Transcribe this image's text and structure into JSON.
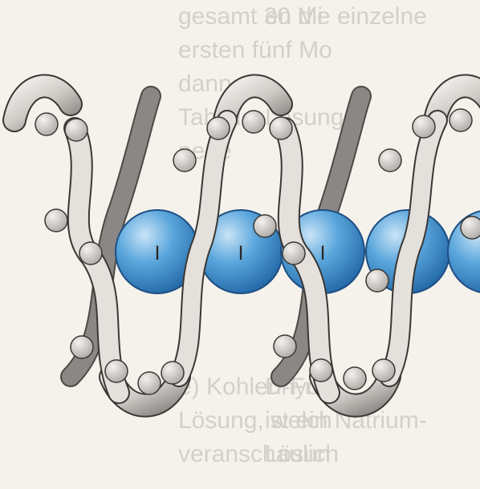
{
  "background_text": {
    "middle_column": [
      "gesamt 30 Mi",
      "ersten fünf Mo",
      "dann al",
      "Tabelle",
      "pege",
      "",
      "",
      "",
      "",
      "",
      "",
      "e) Kohlenhyd",
      "Lösung, welch",
      "veranschaulich"
    ],
    "right_column": [
      "en die einzelne",
      "",
      "",
      "Lösung",
      "",
      "",
      "",
      "",
      "",
      "",
      "",
      "D-Fruk",
      "ist ein Natrium-",
      "Lösun"
    ]
  },
  "ion_label": "I",
  "colors": {
    "background": "#f5f2ec",
    "ribbon_light": "#e4e1dc",
    "ribbon_dark": "#8a8784",
    "ion_sphere": "#3b8fd0",
    "ion_highlight": "#c9e4f7",
    "hydroxyl_group": "#dcd9d4",
    "outline": "#3a3734"
  }
}
